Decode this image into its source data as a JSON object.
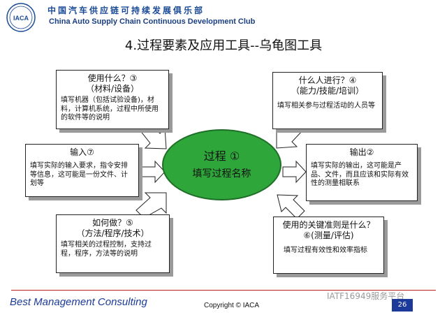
{
  "header": {
    "org_cn": "中国汽车供应链可持续发展俱乐部",
    "org_en": "China Auto Supply Chain Continuous Development Club",
    "logo_text": "IACA"
  },
  "title": "4.过程要素及应用工具--乌龟图工具",
  "boxes": {
    "resources": {
      "head1": "使用什么？③",
      "head2": "（材料/设备）",
      "body": "填写机器（包括试验设备)，材料，计算机系统，过程中所使用的软件等的说明"
    },
    "people": {
      "head1": "什么人进行？④",
      "head2": "（能力/技能/培训）",
      "body": "填写相关参与过程活动的人员等"
    },
    "input": {
      "head1": "输入⑦",
      "body": "填写实际的输入要求，指令安排等信息，这可能是一份文件、计划等"
    },
    "output": {
      "head1": "输出②",
      "body": "填写实际的输出，这可能是产品、文件，而且应该和实际有效性的测量相联系"
    },
    "method": {
      "head1": "如何做？⑤",
      "head2": "（方法/程序/技术）",
      "body": "填写相关的过程控制，支持过程，程序，方法等的说明"
    },
    "criteria": {
      "head1": "使用的关键准则是什么？⑥(测量/评估)",
      "body": "填写过程有效性和效率指标"
    }
  },
  "process": {
    "label1": "过程 ①",
    "label2": "填写过程名称"
  },
  "footer": {
    "brand": "Best Management Consulting",
    "copyright": "Copyright © IACA",
    "watermark": "IATF16949服务平台",
    "page_number": "26"
  }
}
